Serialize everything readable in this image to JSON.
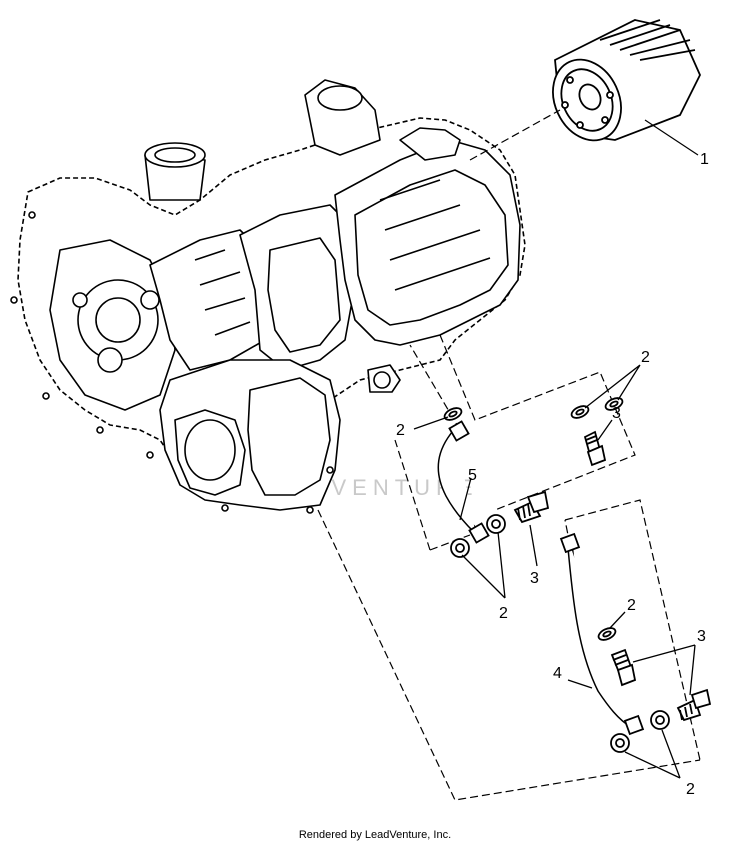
{
  "callouts": {
    "c1": "1",
    "c2a": "2",
    "c2b": "2",
    "c3a": "3",
    "c5": "5",
    "c3b": "3",
    "c2c": "2",
    "c2d": "2",
    "c3c": "3",
    "c4": "4",
    "c2e": "2"
  },
  "watermark": "LEADVENTURE",
  "footer": "Rendered by LeadVenture, Inc."
}
